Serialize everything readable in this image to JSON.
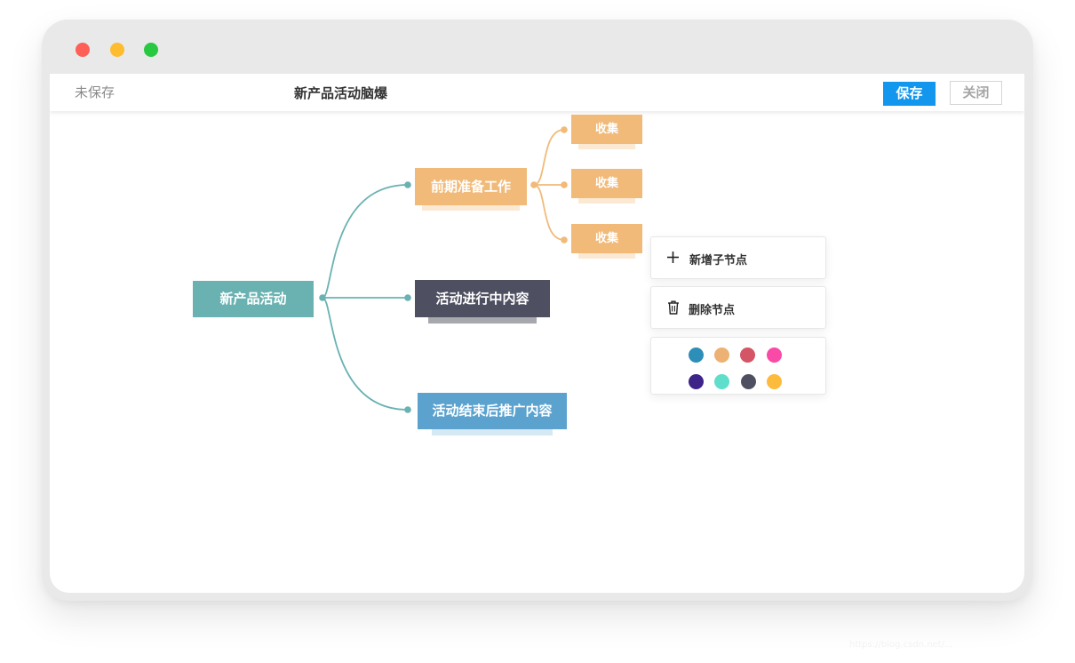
{
  "toolbar": {
    "status": "未保存",
    "title": "新产品活动脑爆",
    "save_label": "保存",
    "close_label": "关闭"
  },
  "mindmap": {
    "root": {
      "label": "新产品活动",
      "color": "#6ab2b1"
    },
    "branches": [
      {
        "label": "前期准备工作",
        "color": "#f1ba79",
        "children": [
          {
            "label": "收集"
          },
          {
            "label": "收集"
          },
          {
            "label": "收集"
          }
        ]
      },
      {
        "label": "活动进行中内容",
        "color": "#4e5061"
      },
      {
        "label": "活动结束后推广内容",
        "color": "#5ba2cf"
      }
    ]
  },
  "context_menu": {
    "add_child": "新增子节点",
    "add_icon": "plus-icon",
    "delete_node": "删除节点",
    "delete_icon": "trash-icon",
    "colors": [
      "#2d8eb8",
      "#edb273",
      "#d35566",
      "#f94aa7",
      "#3e2388",
      "#5edecb",
      "#4e5061",
      "#fcbb3c"
    ]
  },
  "watermark": "https://blog.csdn.net/..."
}
